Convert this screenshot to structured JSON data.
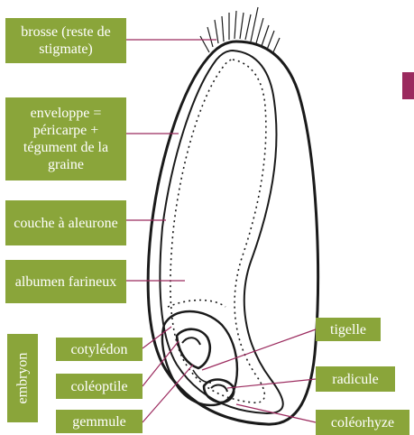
{
  "labels": {
    "brosse": "brosse (reste de stigmate)",
    "enveloppe": "enveloppe = péricarpe + tégument de la graine",
    "aleurone": "couche à aleurone",
    "albumen": "albumen farineux",
    "embryon": "embryon",
    "cotyledon": "cotylédon",
    "coleoptile": "coléoptile",
    "gemmule": "gemmule",
    "tigelle": "tigelle",
    "radicule": "radicule",
    "coleorhyze": "coléorhyze"
  },
  "colors": {
    "label_bg": "#8aa53a",
    "label_text": "#ffffff",
    "line": "#9b2a5e",
    "outline": "#1a1a1a",
    "accent": "#9b2a5e"
  }
}
